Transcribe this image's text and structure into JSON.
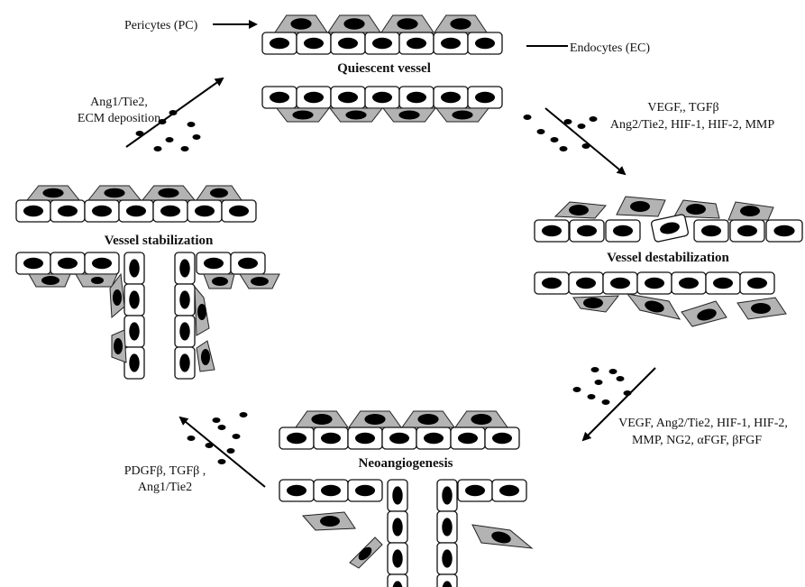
{
  "labels": {
    "pericytes": "Pericytes (PC)",
    "endocytes": "Endocytes (EC)"
  },
  "stages": {
    "quiescent": "Quiescent vessel",
    "destabilization": "Vessel destabilization",
    "neoangiogenesis": "Neoangiogenesis",
    "stabilization": "Vessel stabilization"
  },
  "factors": {
    "destab": [
      "VEGF,, TGFβ",
      "Ang2/Tie2, HIF-1, HIF-2, MMP"
    ],
    "neo": [
      "VEGF, Ang2/Tie2, HIF-1, HIF-2,",
      "MMP, NG2, αFGF,  βFGF"
    ],
    "stab": [
      "PDGFβ, TGFβ ,",
      "Ang1/Tie2"
    ],
    "quiesc": [
      "Ang1/Tie2,",
      "ECM deposition"
    ]
  },
  "colors": {
    "pericyte_fill": "#b3b3b3",
    "endocyte_fill": "#ffffff",
    "nucleus": "#000000"
  }
}
